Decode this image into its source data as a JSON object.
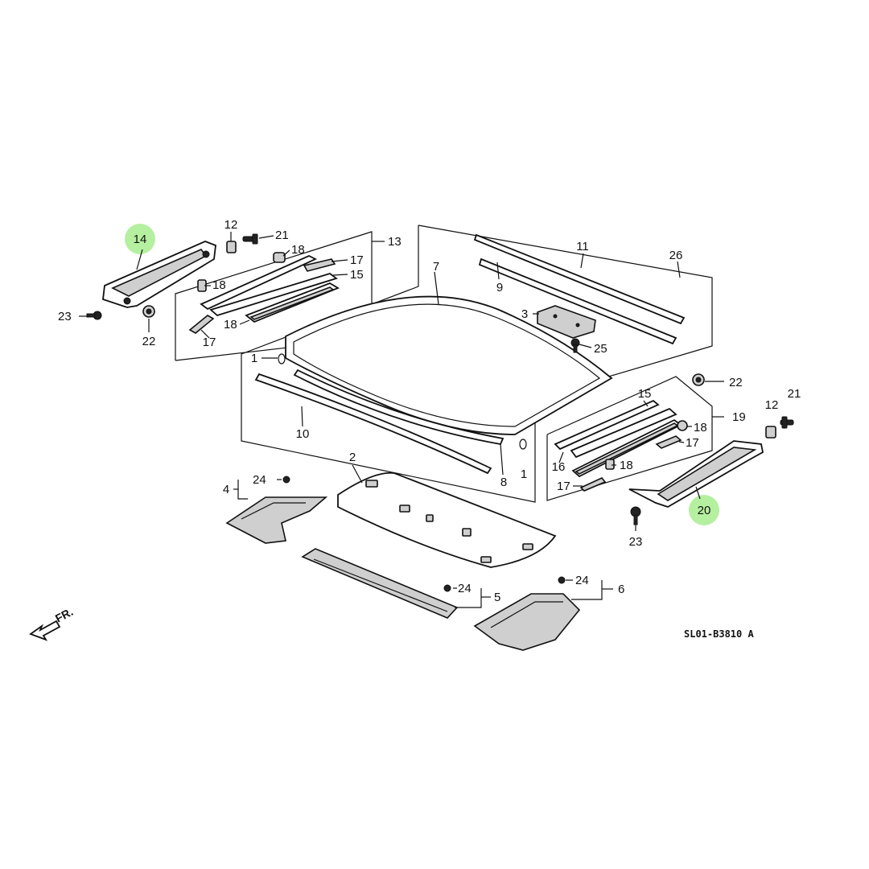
{
  "diagram": {
    "callouts": {
      "c14": "14",
      "c12a": "12",
      "c21a": "21",
      "c13": "13",
      "c18a": "18",
      "c17a": "17",
      "c18b": "18",
      "c15a": "15",
      "c23a": "23",
      "c22a": "22",
      "c18c": "18",
      "c17b": "17",
      "c7": "7",
      "c11": "11",
      "c26": "26",
      "c9": "9",
      "c3": "3",
      "c25": "25",
      "c1a": "1",
      "c10": "10",
      "c8": "8",
      "c1b": "1",
      "c22b": "22",
      "c15b": "15",
      "c18d": "18",
      "c19": "19",
      "c12b": "12",
      "c21b": "21",
      "c16": "16",
      "c17c": "17",
      "c18e": "18",
      "c17d": "17",
      "c20": "20",
      "c23b": "23",
      "c2": "2",
      "c4": "4",
      "c24a": "24",
      "c24b": "24",
      "c5": "5",
      "c24c": "24",
      "c6": "6"
    },
    "highlight_color": "#b5f0a0",
    "front_label": "FR.",
    "drawing_code": "SL01-B3810 A"
  }
}
